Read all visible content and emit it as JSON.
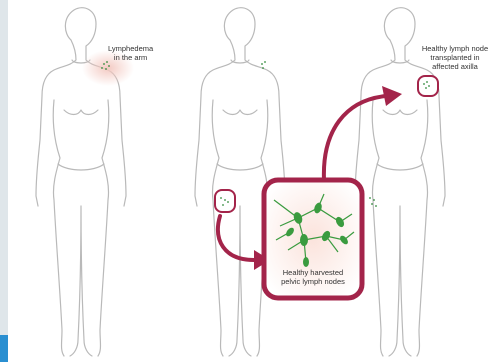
{
  "labels": {
    "left": {
      "line1": "Lymphedema",
      "line2": "in the arm"
    },
    "right": {
      "line1": "Healthy lymph node",
      "line2": "transplanted in",
      "line3": "affected axilla"
    },
    "center": {
      "line1": "Healthy harvested",
      "line2": "pelvic lymph nodes"
    }
  },
  "colors": {
    "accent": "#a3244a",
    "node": "#3a9b3f",
    "outline": "#b9b9b9",
    "swelling": "#f3c7bf",
    "dots": "#2f8a3a",
    "tab": "#2a8fd1",
    "background": "#dfe6ea"
  }
}
